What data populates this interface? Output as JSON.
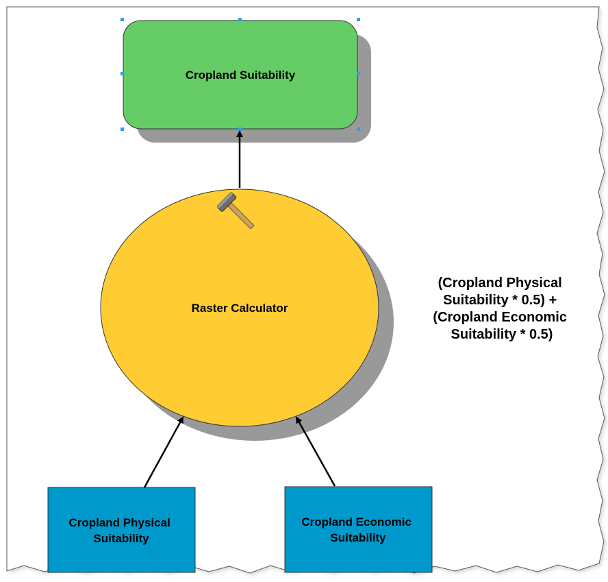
{
  "diagram": {
    "output_node": {
      "label": "Cropland Suitability",
      "fill": "#66cc66",
      "icon": "none"
    },
    "tool_node": {
      "label": "Raster Calculator",
      "fill": "#ffcc33",
      "icon": "hammer-icon"
    },
    "input_nodes": [
      {
        "label_lines": [
          "Cropland Physical",
          "Suitability"
        ],
        "fill": "#0099cc"
      },
      {
        "label_lines": [
          "Cropland Economic",
          "Suitability"
        ],
        "fill": "#0099cc"
      }
    ],
    "expression_lines": [
      "(Cropland Physical",
      "Suitability * 0.5) +",
      "(Cropland Economic",
      "Suitability * 0.5)"
    ],
    "colors": {
      "shadow": "#999999",
      "connector": "#000000",
      "selection_handle": "#3399ff",
      "frame_border": "#555555"
    }
  }
}
